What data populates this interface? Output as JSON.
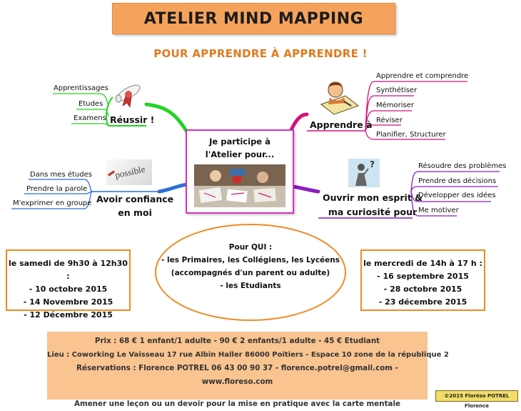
{
  "title": "ATELIER MIND MAPPING",
  "subtitle": "POUR APPRENDRE À APPRENDRE !",
  "center": {
    "text": "Je participe à l'Atelier pour..."
  },
  "branches": {
    "reussir": {
      "label": "Réussir !",
      "color": "#22d422",
      "icon": "diploma-icon",
      "leaves": [
        "Apprentissages",
        "Etudes",
        "Examens"
      ]
    },
    "confiance": {
      "label": "Avoir confiance en moi",
      "line1": "Avoir confiance",
      "line2": "en moi",
      "color": "#2a6fd6",
      "icon": "impossible-word-icon",
      "icon_word": "possible",
      "leaves": [
        "Dans mes études",
        "Prendre la parole",
        "M'exprimer en groupe"
      ]
    },
    "apprendre": {
      "label": "Apprendre à",
      "color": "#d4117a",
      "icon": "student-writing-icon",
      "leaves": [
        "Apprendre et comprendre",
        "Synthétiser",
        "Mémoriser",
        "Réviser",
        "Planifier, Structurer"
      ]
    },
    "ouvrir": {
      "line1": "Ouvrir mon esprit &",
      "line2": "ma curiosité pour",
      "color": "#8a1dbd",
      "icon": "question-person-icon",
      "leaves": [
        "Résoudre des problèmes",
        "Prendre des décisions",
        "Développer des idées",
        "Me motiver"
      ]
    }
  },
  "schedule_left": {
    "heading": "le samedi de 9h30 à 12h30 :",
    "dates": [
      "- 10 octobre  2015",
      "- 14 Novembre  2015",
      "- 12 Décembre 2015"
    ]
  },
  "schedule_right": {
    "heading": "le mercredi de 14h à 17 h :",
    "dates": [
      "- 16 septembre 2015",
      "- 28 octobre 2015",
      "- 23 décembre 2015"
    ]
  },
  "audience": {
    "heading": "Pour QUI :",
    "lines": [
      "- les Primaires, les Collégiens, les Lycéens",
      "(accompagnés d'un parent ou adulte)",
      "- les Etudiants"
    ]
  },
  "footer": {
    "prix": "Prix :  68 € 1 enfant/1 adulte  -  90 € 2 enfants/1 adulte  -  45 € Etudiant",
    "lieu": "Lieu : Coworking Le Vaisseau 17 rue Albin Haller 86000 Poitiers - Espace 10 zone de la république 2",
    "reservations": "Réservations : Florence POTREL  06 43 00 90 37 - florence.potrel@gmail.com -www.floreso.com",
    "note": "Amener une leçon ou un devoir pour la mise en pratique avec la carte mentale"
  },
  "copyright": "©2015 Floréso POTREL Florence",
  "colors": {
    "accent_orange": "#ef8a22",
    "title_bg": "#f5a35c",
    "footer_bg": "#f9c490",
    "center_border": "#d230c0"
  }
}
